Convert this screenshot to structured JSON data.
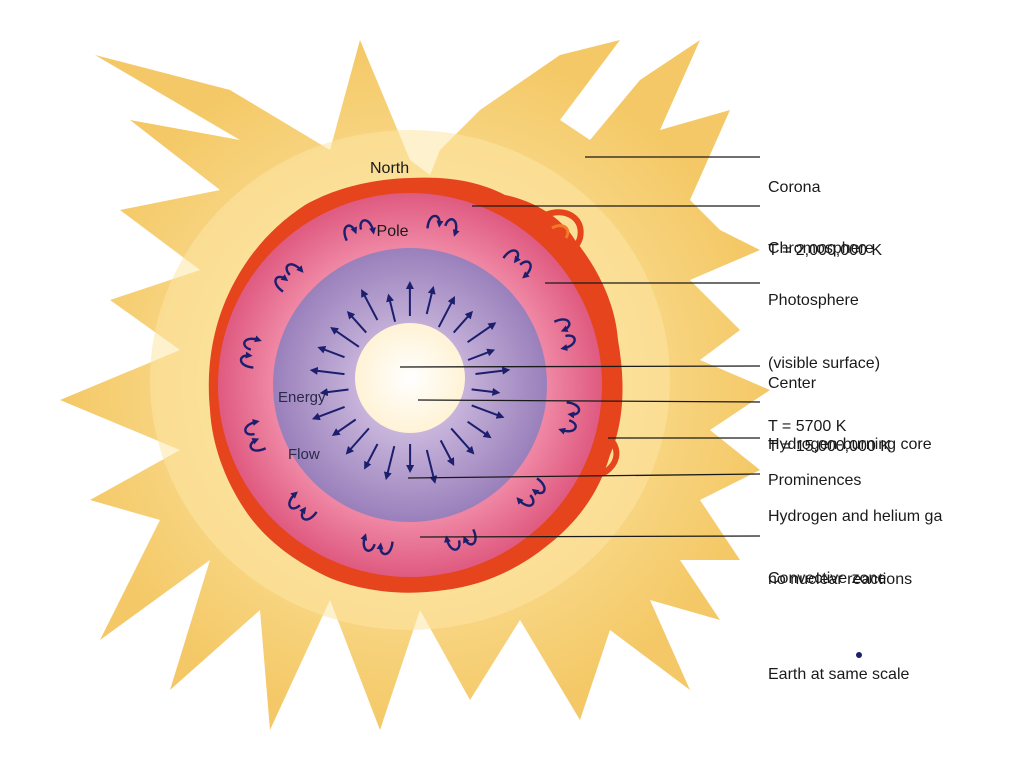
{
  "labels": {
    "north_pole": [
      "North",
      "Pole"
    ],
    "energy_flow": [
      "Energy",
      "Flow"
    ],
    "corona": [
      "Corona",
      "T = 2,000,000 K"
    ],
    "chromosphere": [
      "Chromosphere"
    ],
    "photosphere": [
      "Photosphere",
      "(visible surface)",
      "T = 5700 K"
    ],
    "center": [
      "Center",
      "T = 15,000,000 K"
    ],
    "hydrogen_core": [
      "Hydrogen-burning core"
    ],
    "prominences": [
      "Prominences"
    ],
    "h_he_gas": [
      "Hydrogen and helium ga",
      "no nuclear reactions"
    ],
    "convective_zone": [
      "Convective zone"
    ],
    "earth_scale": [
      "Earth at same scale"
    ]
  },
  "colors": {
    "background": "#ffffff",
    "corona": "#f6cf6e",
    "corona_glow": "#fde9b0",
    "chromosphere": "#e5441c",
    "convective_zone": "#e86a8c",
    "radiative_zone": "#a98ec4",
    "core": "#fffbe8",
    "arrows": "#1c1f6e",
    "leader_lines": "#1a1a1a",
    "earth": "#1c1f6e"
  }
}
